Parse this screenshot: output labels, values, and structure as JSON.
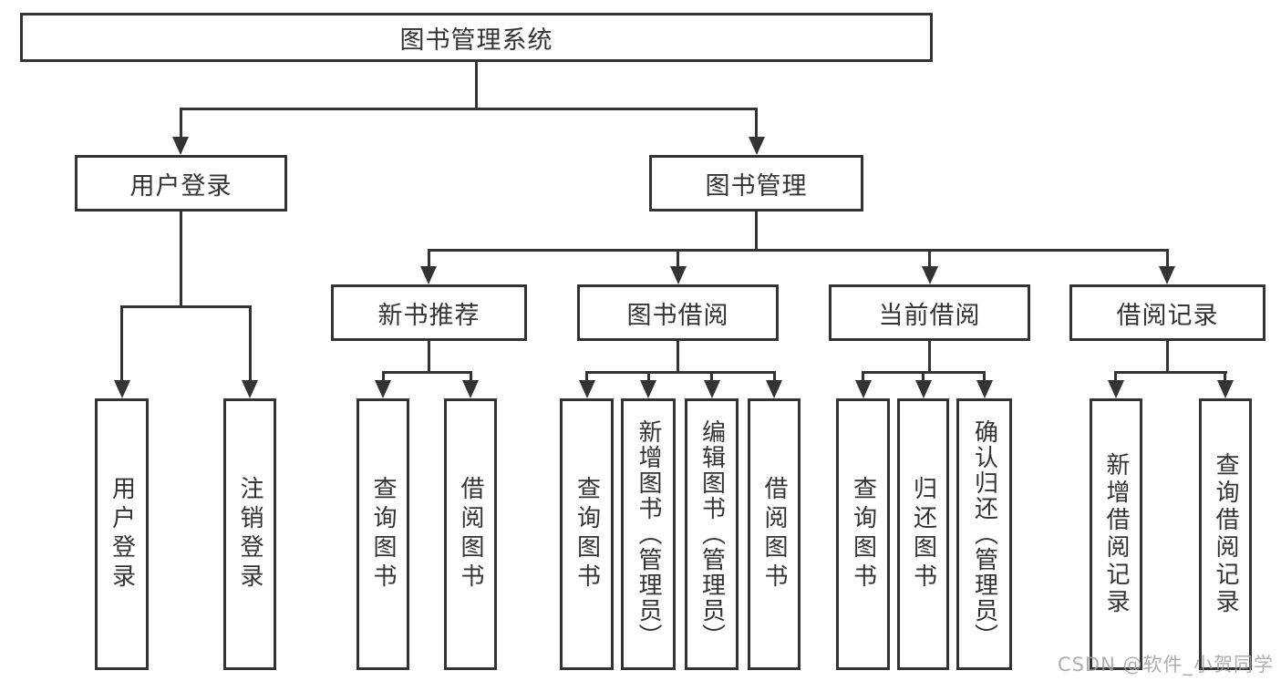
{
  "diagram": {
    "type": "hierarchy-tree",
    "nodes": {
      "root": "图书管理系统",
      "user_login": "用户登录",
      "book_mgmt": "图书管理",
      "new_book_rec": "新书推荐",
      "book_borrow": "图书借阅",
      "current_borrow": "当前借阅",
      "borrow_record": "借阅记录",
      "ul_user_login": "用户登录",
      "ul_logout": "注销登录",
      "nr_query_book": "查询图书",
      "nr_borrow_book": "借阅图书",
      "bb_query_book": "查询图书",
      "bb_add_book": "新增图书（管理员）",
      "bb_edit_book": "编辑图书（管理员）",
      "bb_borrow_book": "借阅图书",
      "cb_query_book": "查询图书",
      "cb_return_book": "归还图书",
      "cb_confirm_return": "确认归还（管理员）",
      "br_add_record": "新增借阅记录",
      "br_query_record": "查询借阅记录"
    },
    "edges": [
      [
        "root",
        "user_login"
      ],
      [
        "root",
        "book_mgmt"
      ],
      [
        "user_login",
        "ul_user_login"
      ],
      [
        "user_login",
        "ul_logout"
      ],
      [
        "book_mgmt",
        "new_book_rec"
      ],
      [
        "book_mgmt",
        "book_borrow"
      ],
      [
        "book_mgmt",
        "current_borrow"
      ],
      [
        "book_mgmt",
        "borrow_record"
      ],
      [
        "new_book_rec",
        "nr_query_book"
      ],
      [
        "new_book_rec",
        "nr_borrow_book"
      ],
      [
        "book_borrow",
        "bb_query_book"
      ],
      [
        "book_borrow",
        "bb_add_book"
      ],
      [
        "book_borrow",
        "bb_edit_book"
      ],
      [
        "book_borrow",
        "bb_borrow_book"
      ],
      [
        "current_borrow",
        "cb_query_book"
      ],
      [
        "current_borrow",
        "cb_return_book"
      ],
      [
        "current_borrow",
        "cb_confirm_return"
      ],
      [
        "borrow_record",
        "br_add_record"
      ],
      [
        "borrow_record",
        "br_query_record"
      ]
    ],
    "colors": {
      "stroke": "#333333",
      "node_fill": "#ffffff",
      "background": "#ffffff",
      "watermark": "#a0a0a0"
    }
  },
  "watermark": {
    "text": "CSDN @软件_小贺同学"
  }
}
